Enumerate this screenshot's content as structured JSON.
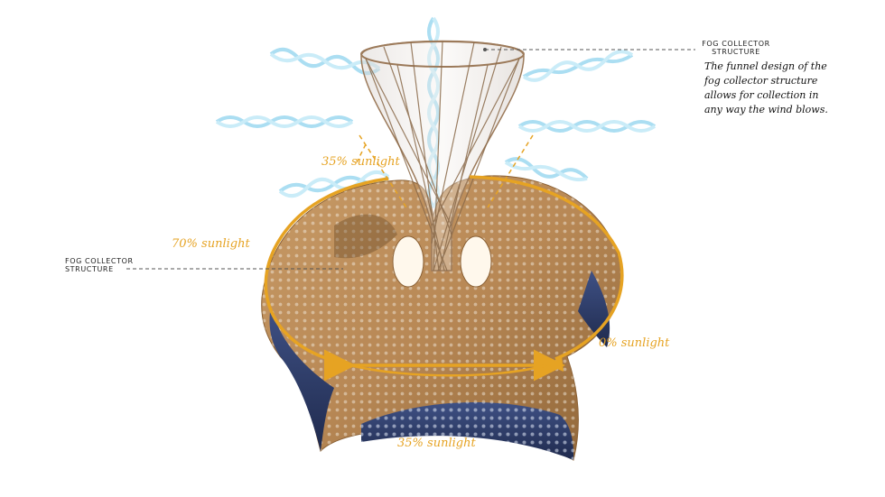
{
  "labels": {
    "top_right_title_line1": "FOG COLLECTOR",
    "top_right_title_line2": "STRUCTURE",
    "top_right_description_lines": [
      "The funnel design of the",
      "fog collector structure",
      "allows for collection in",
      "any way the wind blows."
    ],
    "left_title_line1": "FOG COLLECTOR",
    "left_title_line2": "STRUCTURE"
  },
  "sunlight": {
    "top": "35% sunlight",
    "left": "70% sunlight",
    "right": "0% sunlight",
    "bottom": "35% sunlight"
  },
  "colors": {
    "sun_accent": "#e6a323",
    "wood": "#b98a5a",
    "shadow_blue": "#2f3f6b",
    "wind": "#8fd3ee"
  },
  "icons": [
    "wind-wave-icon",
    "arrowhead-icon"
  ]
}
